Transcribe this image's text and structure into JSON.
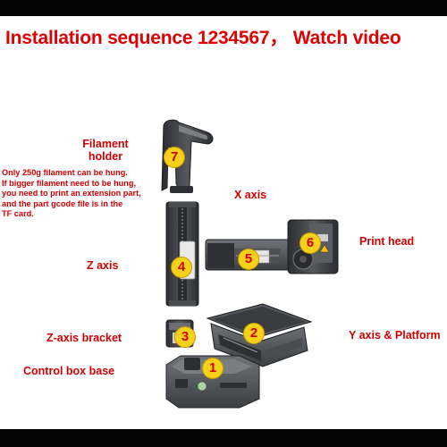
{
  "title": "Installation sequence 1234567， Watch video",
  "labels": {
    "filament_holder": [
      "Filament",
      "holder"
    ],
    "x_axis": "X axis",
    "print_head": "Print head",
    "z_axis": "Z axis",
    "z_axis_bracket": "Z-axis bracket",
    "y_axis_platform": "Y axis & Platform",
    "control_box_base": "Control box base"
  },
  "note_lines": [
    "Only 250g filament can be hung.",
    "If bigger filament need to be hung,",
    "you need to print an extension part,",
    "and the part gcode file is in the",
    "TF card."
  ],
  "badges": {
    "b1": "1",
    "b2": "2",
    "b3": "3",
    "b4": "4",
    "b5": "5",
    "b6": "6",
    "b7": "7"
  },
  "colors": {
    "title": "#e00000",
    "label": "#d40000",
    "badge_fill": "#f6d11a",
    "part_dark": "#3b3d40",
    "part_light": "#6d7074",
    "bar": "#050505"
  }
}
